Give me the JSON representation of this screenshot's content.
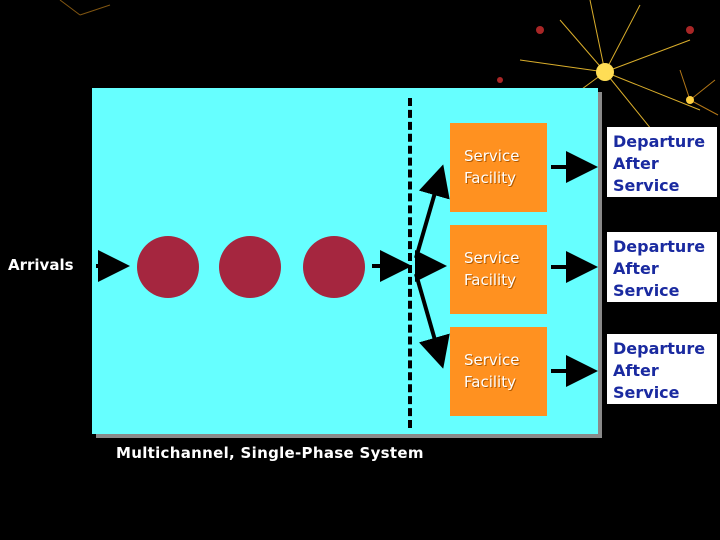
{
  "diagram": {
    "arrivals_label": "Arrivals",
    "caption": "Multichannel, Single-Phase System",
    "facilities": [
      {
        "label": "Service Facility",
        "departure": "Departure After Service"
      },
      {
        "label": "Service Facility",
        "departure": "Departure After Service"
      },
      {
        "label": "Service Facility",
        "departure": "Departure After Service"
      }
    ],
    "queue_count": 3,
    "colors": {
      "background": "#000000",
      "panel": "#66ffff",
      "customer": "#a5263f",
      "facility": "#ff9120",
      "departure_text": "#1a2aa0"
    }
  }
}
